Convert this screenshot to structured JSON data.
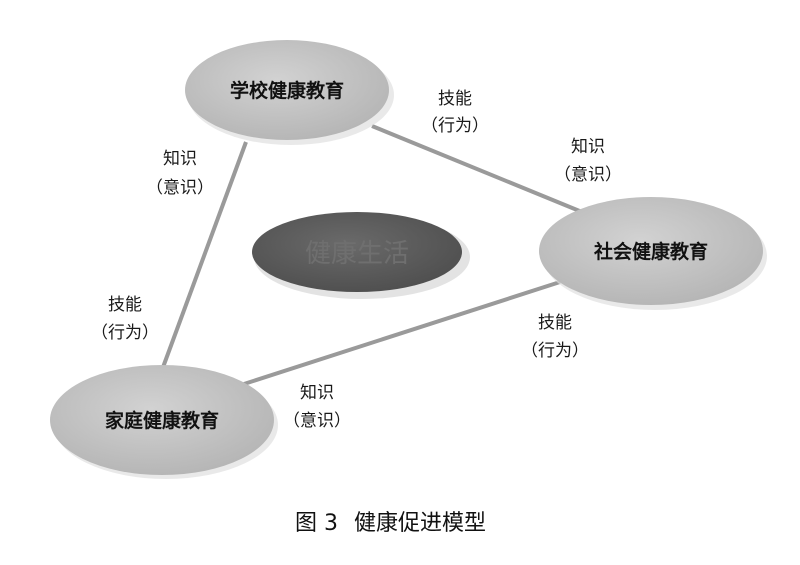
{
  "center": {
    "label": "健康生活"
  },
  "nodes": {
    "school": {
      "label": "学校健康教育"
    },
    "society": {
      "label": "社会健康教育"
    },
    "family": {
      "label": "家庭健康教育"
    }
  },
  "edge_labels": {
    "school_society_top": {
      "line1": "技能",
      "line2": "（行为）"
    },
    "school_society_bottom": {
      "line1": "知识",
      "line2": "（意识）"
    },
    "school_family_top": {
      "line1": "知识",
      "line2": "（意识）"
    },
    "school_family_bottom": {
      "line1": "技能",
      "line2": "（行为）"
    },
    "society_family_top": {
      "line1": "技能",
      "line2": "（行为）"
    },
    "society_family_bottom": {
      "line1": "知识",
      "line2": "（意识）"
    }
  },
  "caption": {
    "figure_number": "图 3",
    "title": "健康促进模型"
  },
  "colors": {
    "node_fill": "#c4c4c4",
    "center_fill": "#5e5e5e",
    "line": "#9a9a9a",
    "shadow": "#dcdcdc"
  }
}
